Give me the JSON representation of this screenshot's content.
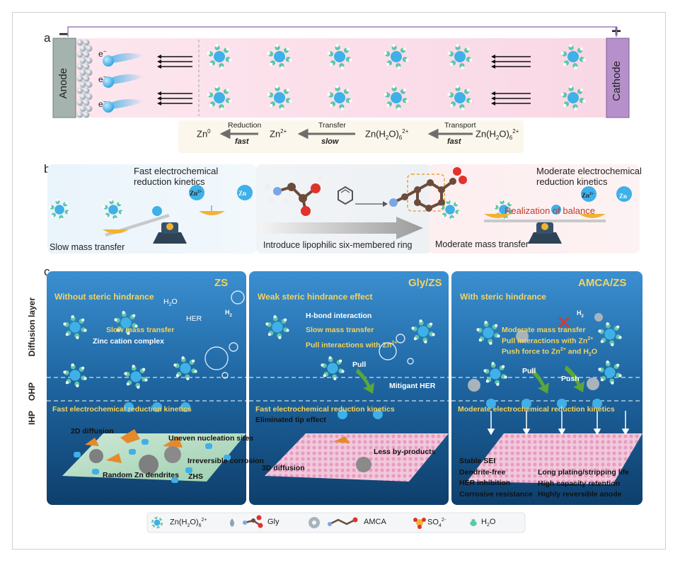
{
  "panel_a": {
    "letter": "a",
    "minus": "−",
    "plus": "+",
    "anode": "Anode",
    "cathode": "Cathode",
    "electron": "e",
    "electron_sup": "−",
    "scheme": {
      "zn0": "Zn",
      "zn0_sup": "0",
      "reduction": "Reduction",
      "fast1": "fast",
      "zn2": "Zn",
      "zn2_sup": "2+",
      "transfer": "Transfer",
      "slow": "slow",
      "complex1": "Zn(H",
      "complex1_sub": "2",
      "complex1_mid": "O)",
      "complex1_sub2": "6",
      "complex1_sup": "2+",
      "transport": "Transport",
      "fast2": "fast",
      "complex2": "Zn(H",
      "complex2_sub": "2",
      "complex2_mid": "O)",
      "complex2_sub2": "6",
      "complex2_sup": "2+"
    }
  },
  "panel_b": {
    "letter": "b",
    "left_title_1": "Fast electrochemical",
    "left_title_2": "reduction kinetics",
    "left_bottom": "Slow mass transfer",
    "zn_ion": "Zn",
    "zn_ion_sup": "2+",
    "zn": "Zn",
    "mid_caption": "Introduce lipophilic six-membered ring",
    "right_title_1": "Moderate electrochemical",
    "right_title_2": "reduction kinetics",
    "balance": "Realization of balance",
    "right_bottom": "Moderate mass transfer"
  },
  "panel_c": {
    "letter": "c",
    "side_labels": [
      "Diffusion layer",
      "OHP",
      "IHP"
    ],
    "zs": {
      "title": "ZS",
      "head": "Without steric hindrance",
      "h2o": "H",
      "h2o_sub": "2",
      "h2o_end": "O",
      "her": "HER",
      "h2": "H",
      "h2_sub": "2",
      "slow": "Slow mass transfer",
      "complex": "Zinc cation complex",
      "fast": "Fast electrochemical reduction kinetics",
      "diff2d": "2D diffusion",
      "uneven": "Uneven nucleation sites",
      "corrosion": "Irreversible corrosion",
      "dendrites": "Random Zn dendrites",
      "zhs": "ZHS"
    },
    "gly": {
      "title": "Gly/ZS",
      "head": "Weak steric hindrance effect",
      "hbond": "H-bond interaction",
      "slow": "Slow mass transfer",
      "pull_int": "Pull interactions with Zn",
      "pull_int_sup": "2+",
      "pull": "Pull",
      "mitigant": "Mitigant HER",
      "fast": "Fast electrochemical reduction kinetics",
      "tip": "Eliminated tip effect",
      "less": "Less by-products",
      "diff3d": "3D diffusion"
    },
    "amca": {
      "title": "AMCA/ZS",
      "head": "With steric hindrance",
      "h2": "H",
      "h2_sub": "2",
      "moderate": "Moderate mass transfer",
      "pull_int": "Pull interactions with Zn",
      "pull_int_sup": "2+",
      "push_force": "Push force to Zn",
      "push_force_sup": "2+",
      "push_force_end": " and H",
      "push_force_sub": "2",
      "push_force_o": "O",
      "pull": "Pull",
      "push": "Push",
      "kinetics": "Moderate electrochemical reduction kinetics",
      "props_left": [
        "Stable SEI",
        "Dendrite-free",
        "HER inhibition",
        "Corrosive resistance"
      ],
      "props_right": [
        "Long plating/stripping life",
        "High capacity retention",
        "Highly reversible anode"
      ]
    }
  },
  "legend": {
    "complex": "Zn(H",
    "complex_sub": "2",
    "complex_mid": "O)",
    "complex_sub2": "6",
    "complex_sup": "2+",
    "gly": "Gly",
    "amca": "AMCA",
    "so4": "SO",
    "so4_sub": "4",
    "so4_sup": "2-",
    "h2o": "H",
    "h2o_sub": "2",
    "h2o_end": "O"
  },
  "colors": {
    "zn_ion": "#3fb0e8",
    "water": "#5ec7a8",
    "electrolyte_bg": "#fde7ef",
    "anode": "#9aaaa6",
    "cathode": "#b28ac7",
    "underwater": "#1f5f92",
    "label_yellow": "#f4d35e",
    "arrow_green": "#5aa63a",
    "dendrite_orange": "#e58a2b"
  }
}
